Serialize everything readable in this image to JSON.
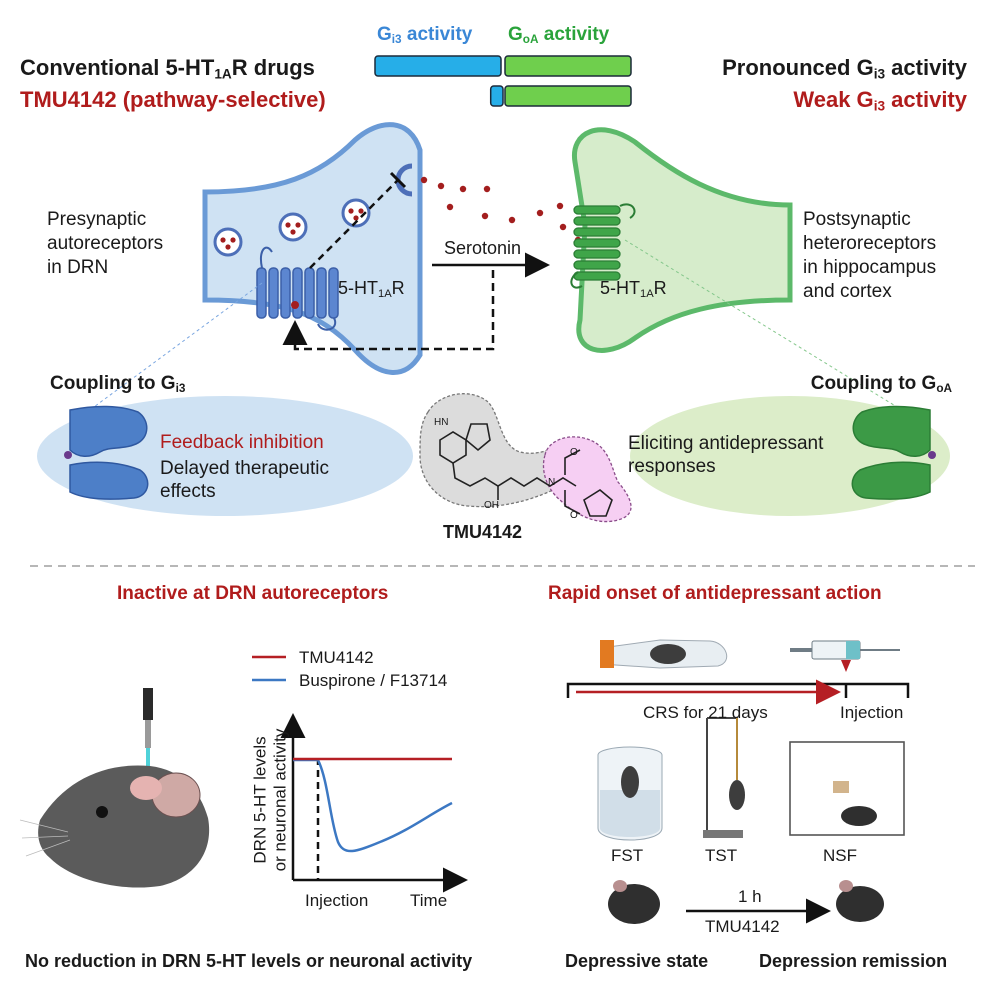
{
  "header": {
    "gi3_label": "G",
    "gi3_sub": "i3",
    "gi3_suffix": " activity",
    "goa_label": "G",
    "goa_sub": "oA",
    "goa_suffix": " activity",
    "conventional_pre": "Conventional 5-HT",
    "conventional_sub": "1A",
    "conventional_post": "R drugs",
    "tmu_selective": "TMU4142 (pathway-selective)",
    "pronounced_pre": "Pronounced G",
    "pronounced_sub": "i3",
    "pronounced_post": " activity",
    "weak_pre": "Weak G",
    "weak_sub": "i3",
    "weak_post": " activity"
  },
  "activity_bars": {
    "conventional": {
      "gi3": 0.5,
      "goa": 0.5
    },
    "tmu4142": {
      "gi3": 0.055,
      "goa": 0.5
    }
  },
  "synapse": {
    "presynaptic_text": [
      "Presynaptic",
      "autoreceptors",
      "in DRN"
    ],
    "postsynaptic_text": [
      "Postsynaptic",
      "heteroreceptors",
      "in hippocampus",
      "and cortex"
    ],
    "serotonin": "Serotonin",
    "receptor_pre": "5-HT",
    "receptor_sub": "1A",
    "receptor_post": "R"
  },
  "coupling": {
    "left_pre": "Coupling to G",
    "left_sub": "i3",
    "right_pre": "Coupling to G",
    "right_sub": "oA",
    "feedback": "Feedback inhibition",
    "delayed": [
      "Delayed therapeutic",
      "effects"
    ],
    "eliciting": [
      "Eliciting antidepressant",
      "responses"
    ],
    "compound": "TMU4142",
    "mol_nh": "HN",
    "mol_oh": "OH",
    "mol_n": "N",
    "mol_o": "O"
  },
  "left_panel": {
    "title": "Inactive at DRN autoreceptors",
    "legend": [
      "TMU4142",
      "Buspirone / F13714"
    ],
    "ylabel": [
      "DRN 5-HT levels",
      "or neuronal activity"
    ],
    "xlabel_injection": "Injection",
    "xlabel_time": "Time",
    "caption": "No reduction in DRN 5-HT levels or neuronal activity",
    "colors": {
      "tmu": "#b51f24",
      "buspirone": "#3c78c3"
    }
  },
  "right_panel": {
    "title": "Rapid onset of antidepressant action",
    "crs": "CRS for 21 days",
    "injection": "Injection",
    "tests": [
      "FST",
      "TST",
      "NSF"
    ],
    "time": "1 h",
    "drug": "TMU4142",
    "state_before": "Depressive state",
    "state_after": "Depression remission"
  },
  "colors": {
    "presynaptic_fill": "#cfe2f3",
    "presynaptic_stroke": "#6a9ad6",
    "postsynaptic_fill": "#d6eccb",
    "postsynaptic_stroke": "#5cb96a",
    "receptor_blue": "#4d7fc8",
    "receptor_green": "#3c9a46",
    "serotonin_dot": "#a31e1e",
    "gi3_bar": "#26aee8",
    "goa_bar": "#6fcf4d"
  }
}
